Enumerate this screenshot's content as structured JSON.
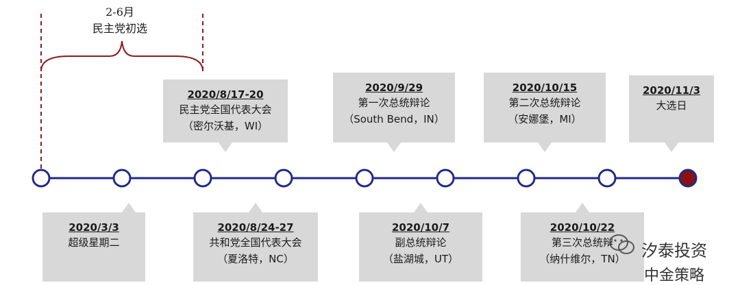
{
  "bracket": {
    "label_line1": "2-6月",
    "label_line2": "民主党初选"
  },
  "events_above": [
    {
      "date": "2020/8/17-20",
      "line1": "民主党全国代表大会",
      "line2": "（密尔沃基，WI）"
    },
    {
      "date": "2020/9/29",
      "line1": "第一次总统辩论",
      "line2": "（South Bend，IN）"
    },
    {
      "date": "2020/10/15",
      "line1": "第二次总统辩论",
      "line2": "（安娜堡，MI）"
    },
    {
      "date": "2020/11/3",
      "line1": "大选日",
      "line2": ""
    }
  ],
  "events_below": [
    {
      "date": "2020/3/3",
      "line1": "超级星期二",
      "line2": ""
    },
    {
      "date": "2020/8/24-27",
      "line1": "共和党全国代表大会",
      "line2": "（夏洛特，NC）"
    },
    {
      "date": "2020/10/7",
      "line1": "副总统辩论",
      "line2": "（盐湖城，UT）"
    },
    {
      "date": "2020/10/22",
      "line1": "第三次总统辩",
      "line2": "（纳什维尔，TN）"
    }
  ],
  "watermark": {
    "line1": "汐泰投资",
    "line2": "中金策略"
  },
  "colors": {
    "timeline": "#1f2a8a",
    "final_dot": "#8b1010",
    "bracket": "#8b1a1a",
    "callout_bg": "#d8d8d8"
  },
  "icons": {
    "watermark": "wechat-icon"
  }
}
